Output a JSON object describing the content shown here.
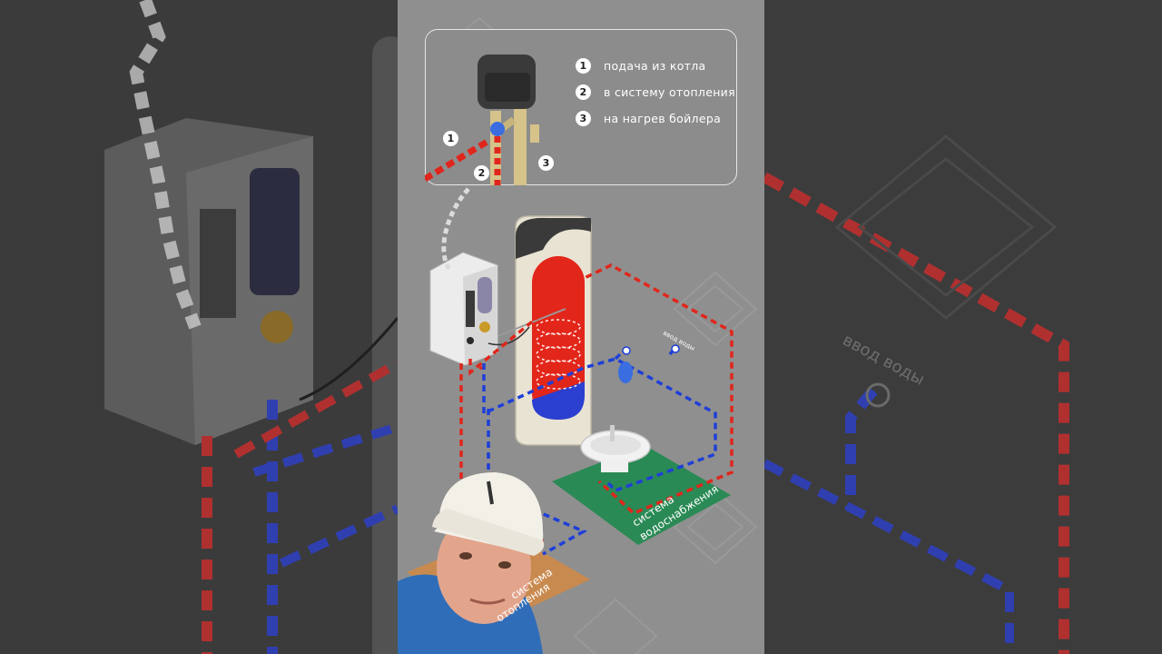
{
  "legend": {
    "items": [
      {
        "number": "1",
        "label": "подача из котла"
      },
      {
        "number": "2",
        "label": "в систему отопления"
      },
      {
        "number": "3",
        "label": "на нагрев бойлера"
      }
    ]
  },
  "labels": {
    "water_input": "ввод воды",
    "water_supply_line1": "система",
    "water_supply_line2": "водоснабжения",
    "heating_line1": "система",
    "heating_line2": "отопления"
  },
  "colors": {
    "supply_red": "#e0261c",
    "return_blue": "#1e3fd8",
    "water_zone": "#2a8a55",
    "heating_zone": "#c98a50",
    "panel_bg": "#8f8f8f"
  }
}
